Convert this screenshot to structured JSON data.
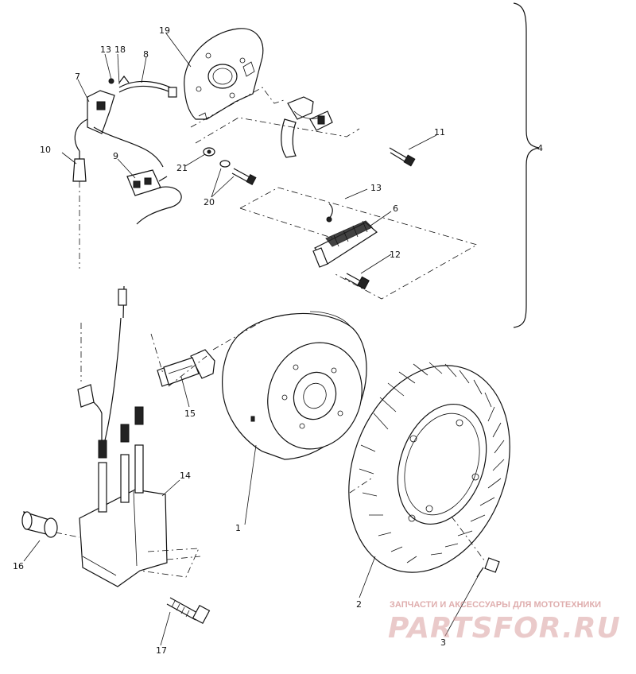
{
  "title": "",
  "colors": {
    "line": "#111111",
    "background": "#ffffff",
    "watermark": "#d9a0a0"
  },
  "watermark": {
    "top_line": "ЗАПЧАСТИ И АКСЕССУАРЫ ДЛЯ МОТОТЕХНИКИ",
    "brand": "PARTSFOR.RU"
  },
  "callouts": {
    "c1": "1",
    "c2": "2",
    "c3": "3",
    "c4": "4",
    "c6": "6",
    "c7": "7",
    "c8": "8",
    "c9": "9",
    "c10": "10",
    "c11": "11",
    "c12": "12",
    "c13a": "13",
    "c13b": "13",
    "c14": "14",
    "c15": "15",
    "c16": "16",
    "c17": "17",
    "c18": "18",
    "c19": "19",
    "c20": "20",
    "c21": "21"
  }
}
